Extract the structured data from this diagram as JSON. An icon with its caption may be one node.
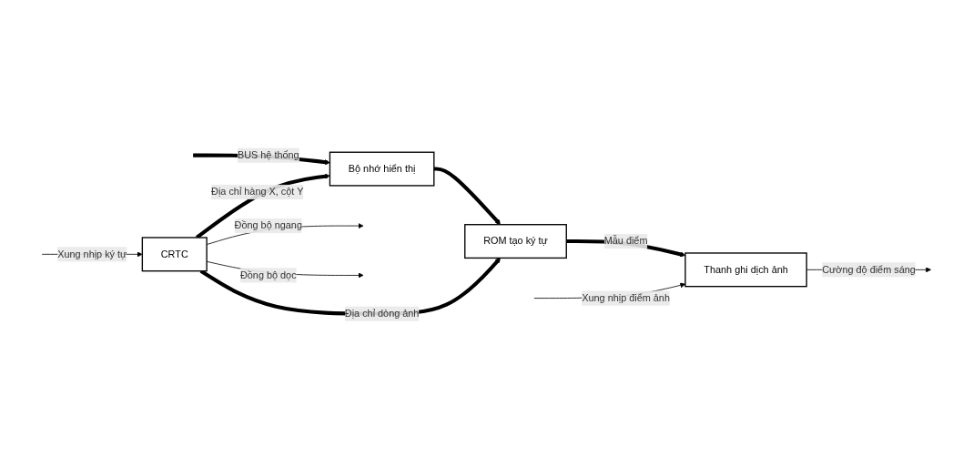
{
  "diagram": {
    "nodes": [
      {
        "text": [
          "Bộ nhớ hiển thị"
        ]
      },
      {
        "text": [
          "CRTC"
        ]
      },
      {
        "text": [
          "ROM tạo ký tự"
        ]
      },
      {
        "text": [
          "Thanh ghi dịch ảnh"
        ]
      }
    ],
    "edges": [
      {
        "from": null,
        "to": 0,
        "arrow": "to",
        "label": "BUS hệ thống",
        "style": "thick"
      },
      {
        "from": 0,
        "to": 2,
        "arrow": "to",
        "style": "thick"
      },
      {
        "from": 1,
        "to": 0,
        "arrow": "to",
        "label": "Địa chỉ hàng X, cột Y",
        "style": "thick"
      },
      {
        "from": 1,
        "to": 2,
        "arrow": "to",
        "label": "Địa chỉ dòng ảnh",
        "style": "thick"
      },
      {
        "from": null,
        "to": 1,
        "arrow": "to",
        "label": "Xung nhịp ký tự"
      },
      {
        "from": 2,
        "to": 3,
        "arrow": "to",
        "label": "Mẫu điểm",
        "style": "thick"
      },
      {
        "from": null,
        "to": 3,
        "arrow": "to",
        "label": "Xung nhịp điểm ảnh"
      },
      {
        "from": 3,
        "to": null,
        "arrow": "to",
        "label": "Cường độ điểm sáng"
      },
      {
        "from": 1,
        "to": null,
        "arrow": "to",
        "label": "Đồng bộ ngang"
      },
      {
        "from": 1,
        "to": null,
        "arrow": "to",
        "label": "Đồng bộ dọc"
      }
    ]
  }
}
